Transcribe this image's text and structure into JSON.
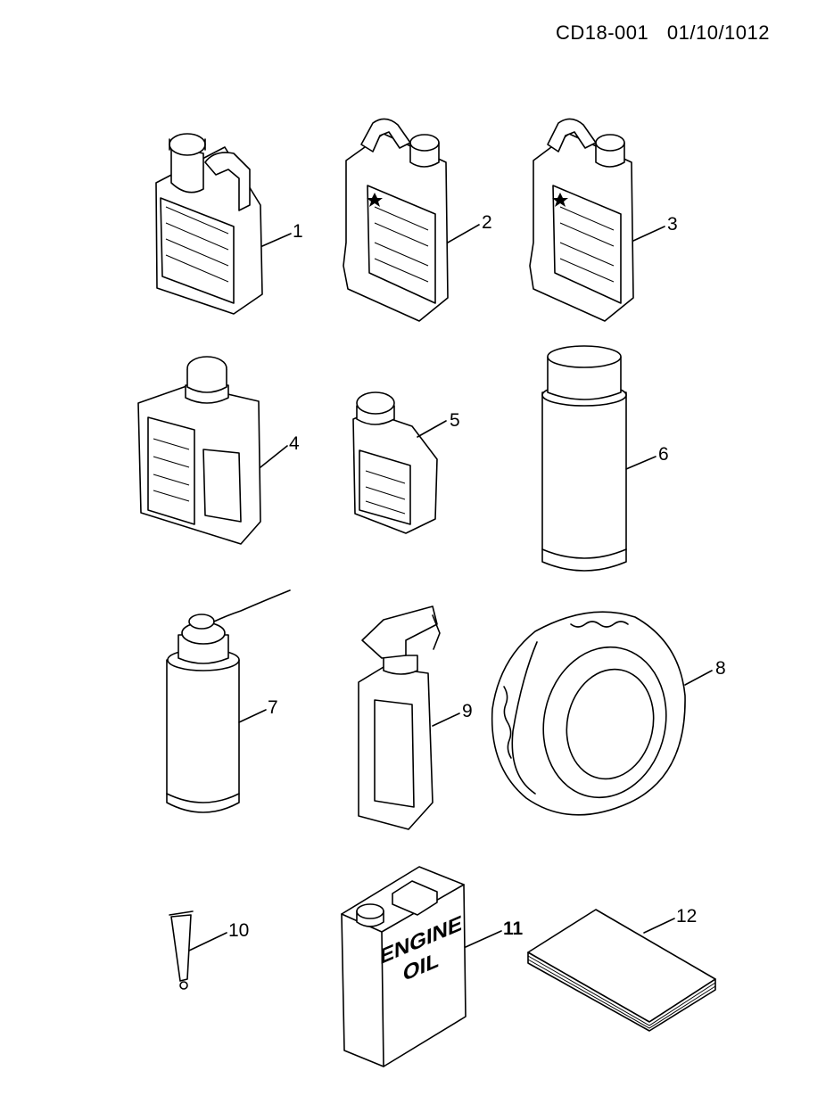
{
  "header": {
    "code": "CD18-001",
    "date": "01/10/1012"
  },
  "can_text": {
    "line1": "ENGINE",
    "line2": "OIL"
  },
  "callouts": [
    "1",
    "2",
    "3",
    "4",
    "5",
    "6",
    "7",
    "8",
    "9",
    "10",
    "11",
    "12"
  ],
  "colors": {
    "line": "#000000",
    "background": "#ffffff"
  }
}
